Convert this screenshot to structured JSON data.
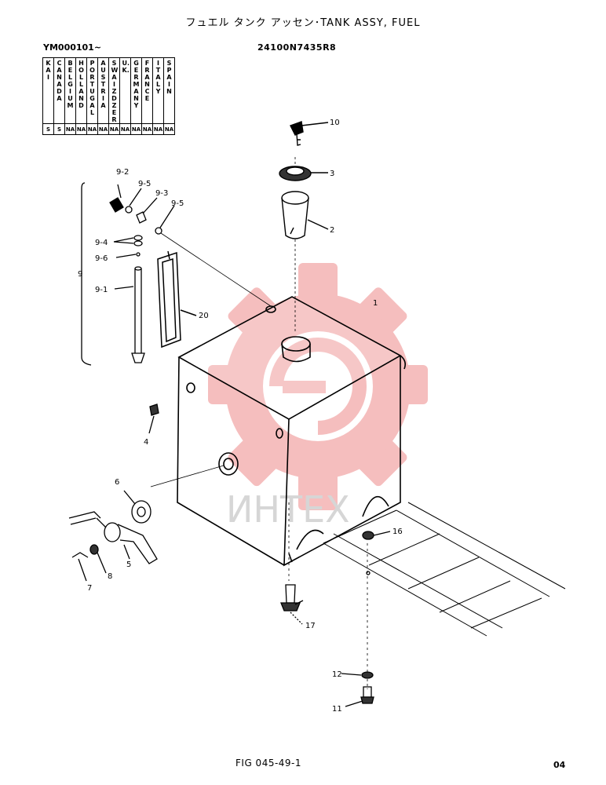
{
  "header": {
    "title": "フュエル タンク アッセン･TANK ASSY, FUEL",
    "serial": "YM000101~",
    "part_number": "24100N7435R8"
  },
  "country_table": {
    "countries": [
      "KAI",
      "CANADA",
      "BELGIUM",
      "HOLLAND",
      "PORTUGAL",
      "AUSTRIA",
      "SWAIZDZER",
      "U.K.",
      "GERMANY",
      "FRANCE",
      "ITALY",
      "SPAIN"
    ],
    "codes": [
      "S",
      "S",
      "NA",
      "NA",
      "NA",
      "NA",
      "NA",
      "NA",
      "NA",
      "NA",
      "NA",
      "NA"
    ]
  },
  "callouts": {
    "c1": "1",
    "c2": "2",
    "c3": "3",
    "c4": "4",
    "c5": "5",
    "c6": "6",
    "c7": "7",
    "c8": "8",
    "c9": "9",
    "c9_1": "9-1",
    "c9_2": "9-2",
    "c9_3": "9-3",
    "c9_4": "9-4",
    "c9_5a": "9-5",
    "c9_5b": "9-5",
    "c9_6": "9-6",
    "c10": "10",
    "c11": "11",
    "c12": "12",
    "c16": "16",
    "c17": "17",
    "c20": "20"
  },
  "watermark": {
    "text": "ИНТЕХ",
    "color": "#f2a5a5"
  },
  "footer": {
    "figure": "FIG 045-49-1",
    "page": "04"
  }
}
